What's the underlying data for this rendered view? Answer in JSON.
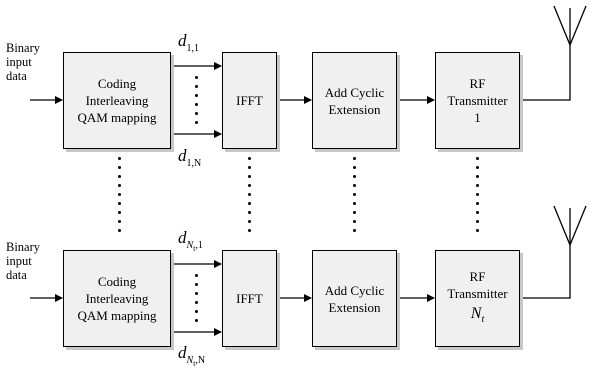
{
  "chains": [
    {
      "input_label": [
        "Binary",
        "input",
        "data"
      ],
      "coding_lines": [
        "Coding",
        "Interleaving",
        "QAM mapping"
      ],
      "ifft": "IFFT",
      "cyclic_lines": [
        "Add Cyclic",
        "Extension"
      ],
      "rf_lines": [
        "RF",
        "Transmitter",
        "1"
      ],
      "d_top": {
        "base": "d",
        "sub": "1,1"
      },
      "d_bottom": {
        "base": "d",
        "sub": "1,N"
      }
    },
    {
      "input_label": [
        "Binary",
        "input",
        "data"
      ],
      "coding_lines": [
        "Coding",
        "Interleaving",
        "QAM mapping"
      ],
      "ifft": "IFFT",
      "cyclic_lines": [
        "Add Cyclic",
        "Extension"
      ],
      "rf_lines": [
        "RF",
        "Transmitter",
        "N",
        "t"
      ],
      "d_top": {
        "base": "d",
        "sub": "N",
        "subsub": "t",
        "tail": ",1"
      },
      "d_bottom": {
        "base": "d",
        "sub": "N",
        "subsub": "t",
        "tail": ",N"
      }
    }
  ]
}
